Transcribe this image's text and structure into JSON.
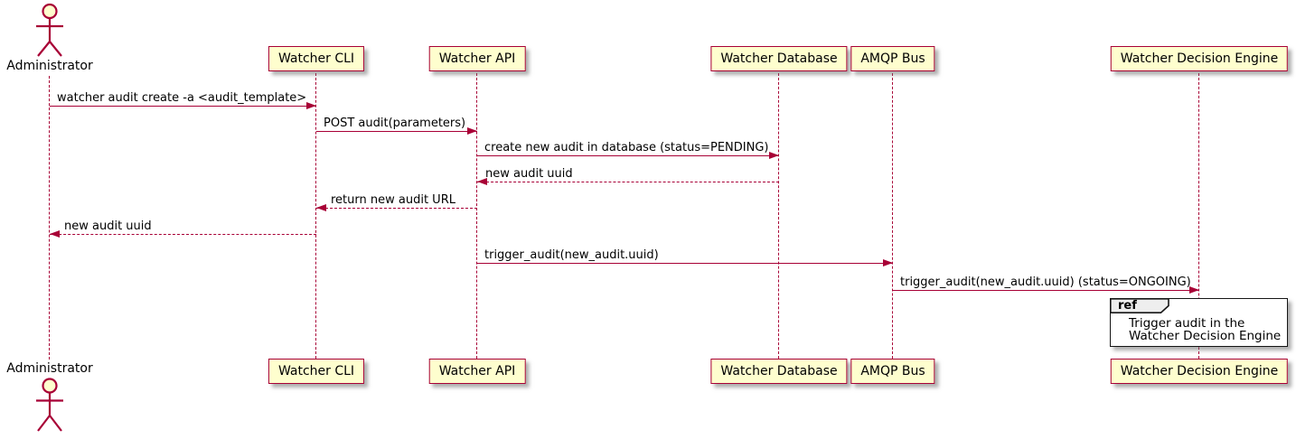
{
  "diagram_type": "sequence-diagram",
  "colors": {
    "participant_fill": "#FEFECE",
    "participant_border": "#A80036",
    "line_color": "#A80036",
    "text_color": "#000000",
    "ref_fill": "#FFFFFF",
    "ref_border": "#000000",
    "ref_tag_fill": "#EEEEEE"
  },
  "actor": {
    "label": "Administrator"
  },
  "participants": [
    {
      "label": "Watcher CLI"
    },
    {
      "label": "Watcher API"
    },
    {
      "label": "Watcher Database"
    },
    {
      "label": "AMQP Bus"
    },
    {
      "label": "Watcher Decision Engine"
    }
  ],
  "messages": [
    {
      "text": "watcher audit create -a <audit_template>",
      "from": "Administrator",
      "to": "Watcher CLI",
      "style": "solid"
    },
    {
      "text": "POST audit(parameters)",
      "from": "Watcher CLI",
      "to": "Watcher API",
      "style": "solid"
    },
    {
      "text": "create new audit in database (status=PENDING)",
      "from": "Watcher API",
      "to": "Watcher Database",
      "style": "solid"
    },
    {
      "text": "new audit uuid",
      "from": "Watcher Database",
      "to": "Watcher API",
      "style": "dashed"
    },
    {
      "text": "return new audit URL",
      "from": "Watcher API",
      "to": "Watcher CLI",
      "style": "dashed"
    },
    {
      "text": "new audit uuid",
      "from": "Watcher CLI",
      "to": "Administrator",
      "style": "dashed"
    },
    {
      "text": "trigger_audit(new_audit.uuid)",
      "from": "Watcher API",
      "to": "AMQP Bus",
      "style": "solid"
    },
    {
      "text": "trigger_audit(new_audit.uuid) (status=ONGOING)",
      "from": "AMQP Bus",
      "to": "Watcher Decision Engine",
      "style": "solid"
    }
  ],
  "ref_fragment": {
    "keyword": "ref",
    "line1": "Trigger audit in the",
    "line2": "Watcher Decision Engine"
  }
}
